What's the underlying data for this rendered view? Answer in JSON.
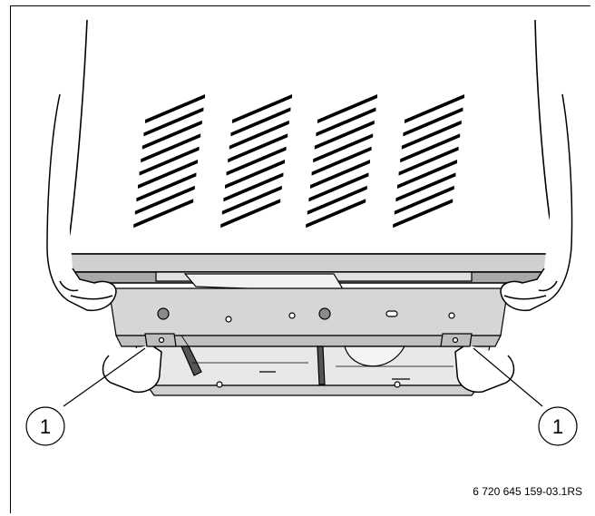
{
  "figure": {
    "callouts": [
      {
        "label": "1",
        "target": "left-lifting-grip"
      },
      {
        "label": "1",
        "target": "right-lifting-grip"
      }
    ],
    "figure_code": "6 720 645 159-03.1RS"
  },
  "colors": {
    "stroke": "#000000",
    "body": "#ffffff",
    "shade_light": "#e6e6e6",
    "shade_mid": "#c8c8c8",
    "shade_dark": "#a8a8a8"
  }
}
